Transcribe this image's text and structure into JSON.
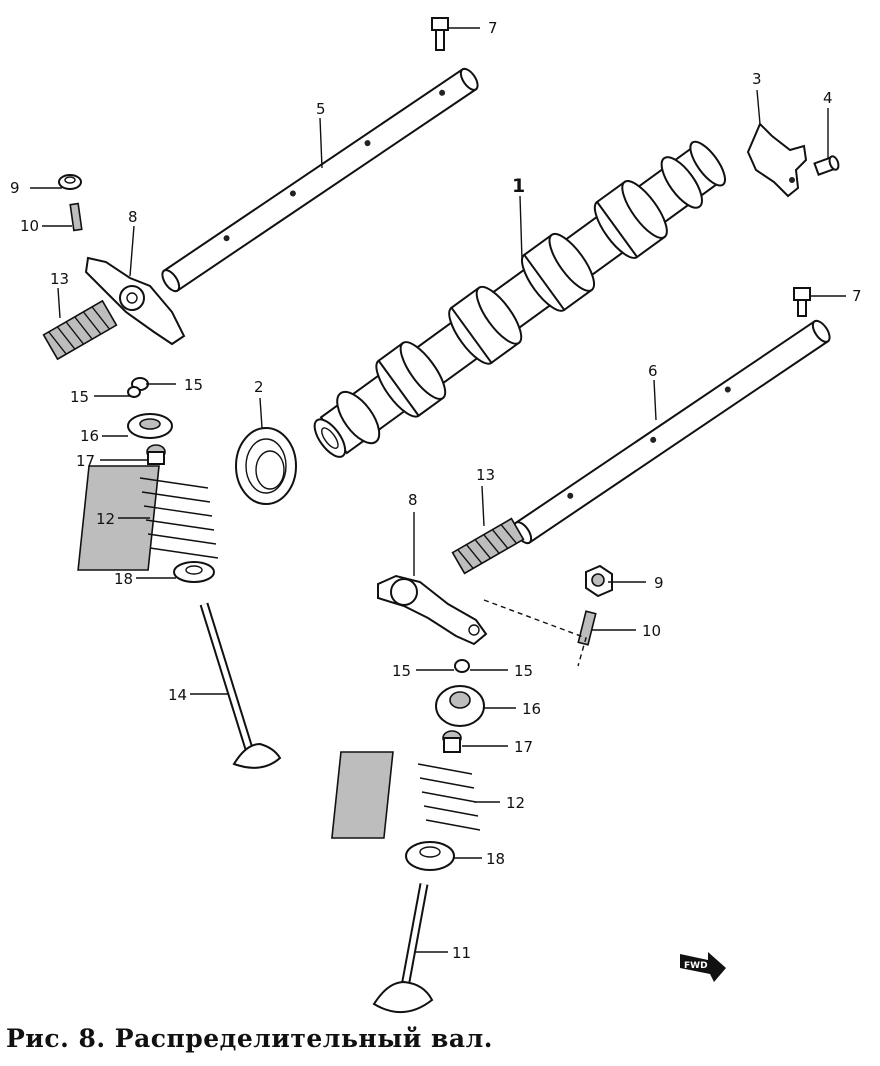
{
  "caption": "Рис. 8. Распределительный вал.",
  "fwd_mark": "FWD",
  "callouts": {
    "p1": "1",
    "p2": "2",
    "p3": "3",
    "p4": "4",
    "p5": "5",
    "p6": "6",
    "p7a": "7",
    "p7b": "7",
    "p8a": "8",
    "p8b": "8",
    "p9a": "9",
    "p9b": "9",
    "p10a": "10",
    "p10b": "10",
    "p11": "11",
    "p12a": "12",
    "p12b": "12",
    "p13a": "13",
    "p13b": "13",
    "p14": "14",
    "p15a": "15",
    "p15b": "15",
    "p15c": "15",
    "p15d": "15",
    "p16a": "16",
    "p16b": "16",
    "p17a": "17",
    "p17b": "17",
    "p18a": "18",
    "p18b": "18"
  }
}
